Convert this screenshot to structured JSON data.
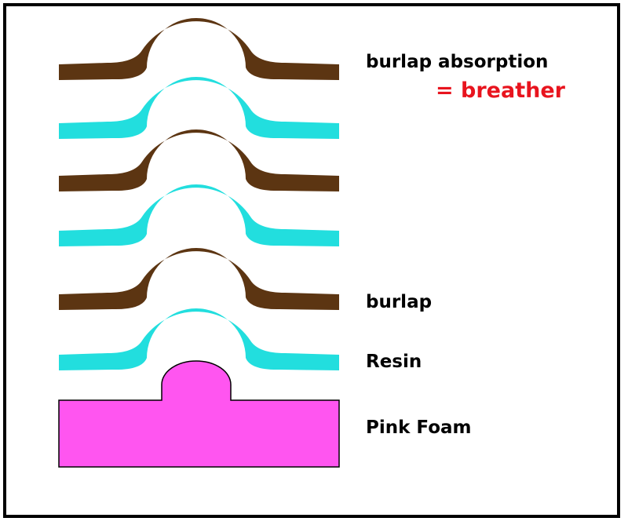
{
  "colors": {
    "burlap": "#5c3512",
    "resin": "#22dede",
    "foam": "#ff55f0",
    "highlight": "#e8141e",
    "text": "#000000"
  },
  "layers": [
    {
      "material": "burlap"
    },
    {
      "material": "resin"
    },
    {
      "material": "burlap"
    },
    {
      "material": "resin"
    },
    {
      "material": "burlap"
    },
    {
      "material": "resin"
    },
    {
      "material": "foam"
    }
  ],
  "labels": {
    "burlap_absorption": "burlap absorption",
    "breather": "= breather",
    "burlap": "burlap",
    "resin": "Resin",
    "pink_foam": "Pink Foam"
  }
}
